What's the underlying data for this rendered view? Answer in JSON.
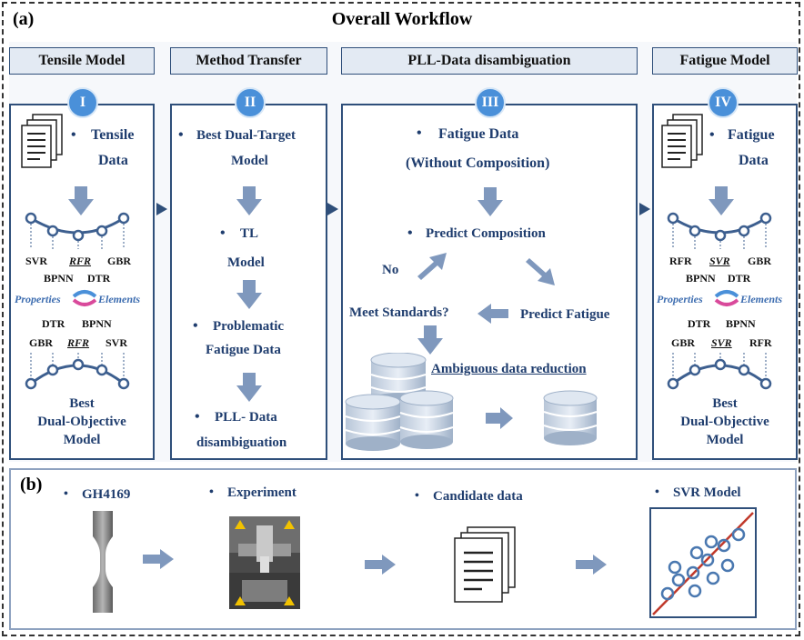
{
  "panel_a": {
    "label": "(a)",
    "title": "Overall Workflow",
    "headers": {
      "tensile": "Tensile Model",
      "transfer": "Method Transfer",
      "pll": "PLL-Data disambiguation",
      "fatigue": "Fatigue Model"
    },
    "badges": {
      "one": "I",
      "two": "II",
      "three": "III",
      "four": "IV"
    },
    "col1": {
      "data_l1": "Tensile",
      "data_l2": "Data",
      "top_labels": [
        "SVR",
        "RFR",
        "GBR"
      ],
      "top_sub": [
        "BPNN",
        "DTR"
      ],
      "props": "Properties",
      "elems": "Elements",
      "bot_sub": [
        "DTR",
        "BPNN"
      ],
      "bot_labels": [
        "GBR",
        "RFR",
        "SVR"
      ],
      "result": [
        "Best",
        "Dual-Objective",
        "Model"
      ]
    },
    "col2": {
      "s1": [
        "Best Dual-Target",
        "Model"
      ],
      "s2": [
        "TL",
        "Model"
      ],
      "s3": [
        "Problematic",
        "Fatigue Data"
      ],
      "s4": [
        "PLL- Data",
        "disambiguation"
      ]
    },
    "col3": {
      "fatigue_l1": "Fatigue Data",
      "fatigue_l2": "(Without Composition)",
      "predict_comp": "Predict Composition",
      "no": "No",
      "meet": "Meet Standards?",
      "predict_fatigue": "Predict Fatigue",
      "ambiguous": "Ambiguous data reduction"
    },
    "col4": {
      "data_l1": "Fatigue",
      "data_l2": "Data",
      "top_labels": [
        "RFR",
        "SVR",
        "GBR"
      ],
      "top_sub": [
        "BPNN",
        "DTR"
      ],
      "props": "Properties",
      "elems": "Elements",
      "bot_sub": [
        "DTR",
        "BPNN"
      ],
      "bot_labels": [
        "GBR",
        "SVR",
        "RFR"
      ],
      "result": [
        "Best",
        "Dual-Objective",
        "Model"
      ]
    }
  },
  "panel_b": {
    "label": "(b)",
    "steps": [
      "GH4169",
      "Experiment",
      "Candidate data",
      "SVR Model"
    ]
  },
  "colors": {
    "frame": "#2f4f7a",
    "text_blue": "#1f3d6e",
    "badge": "#4a90d9",
    "arrow": "#7f98bd",
    "fit_line": "#c0392b"
  }
}
